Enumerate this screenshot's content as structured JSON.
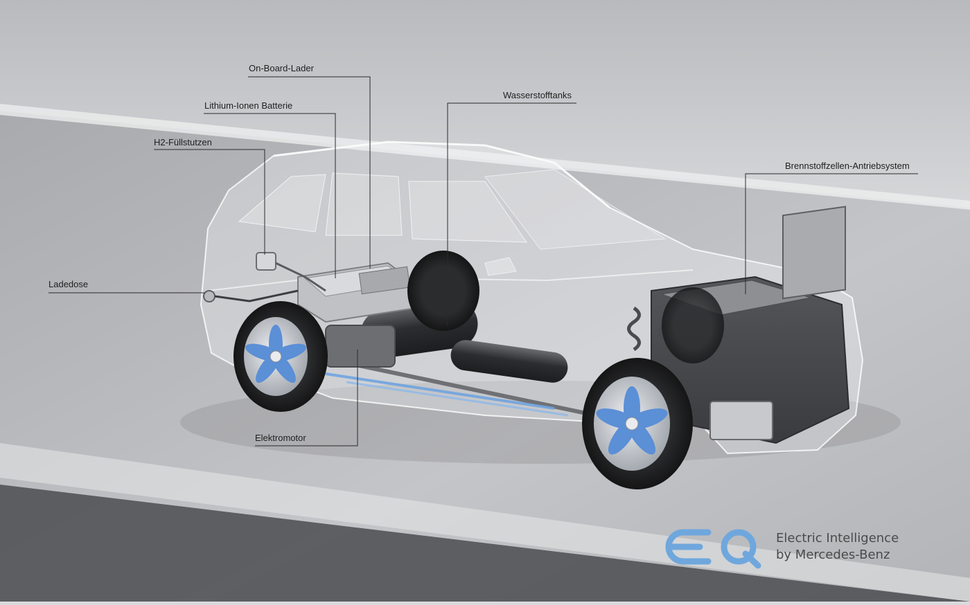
{
  "callouts": {
    "on_board_charger": "On-Board-Lader",
    "battery": "Lithium-Ionen Batterie",
    "h2_filler": "H2-Füllstutzen",
    "hydrogen_tanks": "Wasserstofftanks",
    "fuel_cell_system": "Brennstoffzellen-Antriebsystem",
    "charging_socket": "Ladedose",
    "electric_motor": "Elektromotor"
  },
  "branding": {
    "logo_text": "EQ",
    "tagline_line1": "Electric Intelligence",
    "tagline_line2": "by Mercedes-Benz",
    "logo_color": "#6fa7dd"
  },
  "colors": {
    "wheel_accent": "#5b8fd6",
    "leader_line": "#2a2a2a",
    "road": "#9a9b9e"
  }
}
